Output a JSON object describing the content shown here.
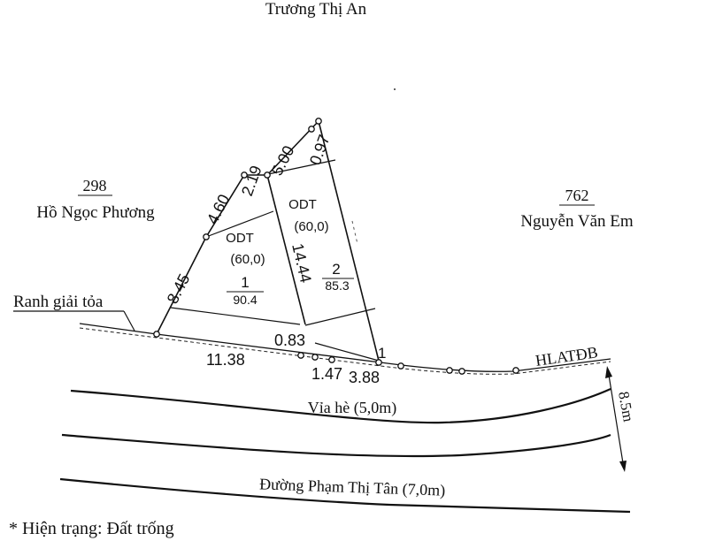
{
  "neighbors": {
    "north": {
      "name": "Trương Thị An"
    },
    "west": {
      "number": "298",
      "name": "Hồ Ngọc Phương"
    },
    "east": {
      "number": "762",
      "name": "Nguyễn Văn Em"
    }
  },
  "parcels": [
    {
      "id": "1",
      "land_type": "ODT",
      "code": "(60,0)",
      "area": "90.4"
    },
    {
      "id": "2",
      "land_type": "ODT",
      "code": "(60,0)",
      "area": "85.3"
    }
  ],
  "dimensions": {
    "d845": "8.45",
    "d460": "4.60",
    "d219": "2.19",
    "d500": "5.00",
    "d097": "0.97",
    "d1444": "14.44",
    "d1138": "11.38",
    "d083": "0.83",
    "d147": "1.47",
    "d388": "3.88",
    "d1": "1"
  },
  "labels": {
    "ranh_giai_toa": "Ranh giải tỏa",
    "hlatdb": "HLATĐB",
    "via_he": "Vỉa hè (5,0m)",
    "road": "Đường Phạm Thị Tân (7,0m)",
    "road_width": "8.5m",
    "status": "* Hiện trạng: Đất trống"
  }
}
